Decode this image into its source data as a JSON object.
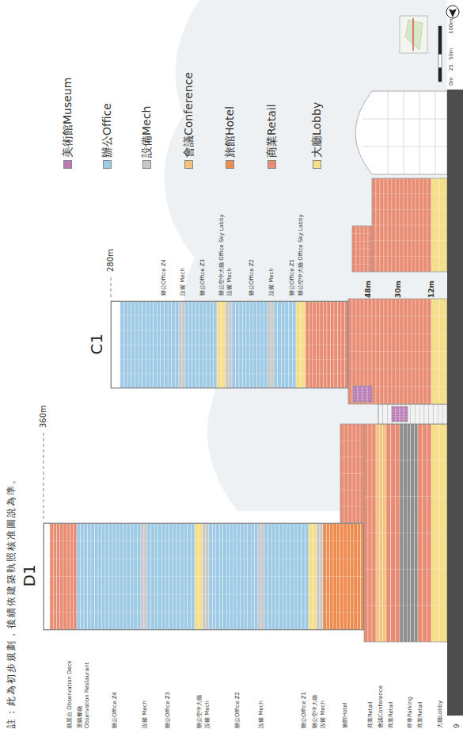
{
  "diagram": {
    "nodes": [
      {
        "text": [
          "D1"
        ]
      },
      {
        "text": [
          "C1"
        ]
      }
    ],
    "labels": [
      "註：此為初步規劃，後續依建築執照核准圖說為準。",
      "觀景台 Observation Deck",
      "景觀餐廳",
      "Observation Restaurant",
      "辦公Office Z4",
      "設備 Mech",
      "辦公Office Z3",
      "辦公空中大廳",
      "設備 Mech",
      "辦公Office Z2",
      "設備 Mech",
      "辦公Office Z1",
      "辦公空中大廳",
      "設備 Mech",
      "旅館Hotel",
      "商業Retail",
      "會議Conference",
      "商業Retail",
      "停車Parking",
      "商業Retail",
      "大廳Lobby",
      "辦公Office Z4",
      "設備 Mech",
      "辦公Office Z3",
      "辦公空中大廳 Office Sky Lobby",
      "設備 Mech",
      "辦公Office Z2",
      "設備 Mech",
      "辦公Office Z1",
      "辦公空中大廳 Office Sky Lobby",
      "360m",
      "280m",
      "48m",
      "30m",
      "12m",
      "0m",
      "25",
      "50m",
      "100m",
      "9"
    ],
    "legend": [
      {
        "text": "美術館Museum",
        "color": "#b97ab6"
      },
      {
        "text": "辦公Office",
        "color": "#9fcae6"
      },
      {
        "text": "設備Mech",
        "color": "#c8c8c8"
      },
      {
        "text": "會議Conference",
        "color": "#f4c27d"
      },
      {
        "text": "旅館Hotel",
        "color": "#ee8b4e"
      },
      {
        "text": "商業Retail",
        "color": "#e88c73"
      },
      {
        "text": "大廳Lobby",
        "color": "#f6df8c"
      }
    ]
  }
}
